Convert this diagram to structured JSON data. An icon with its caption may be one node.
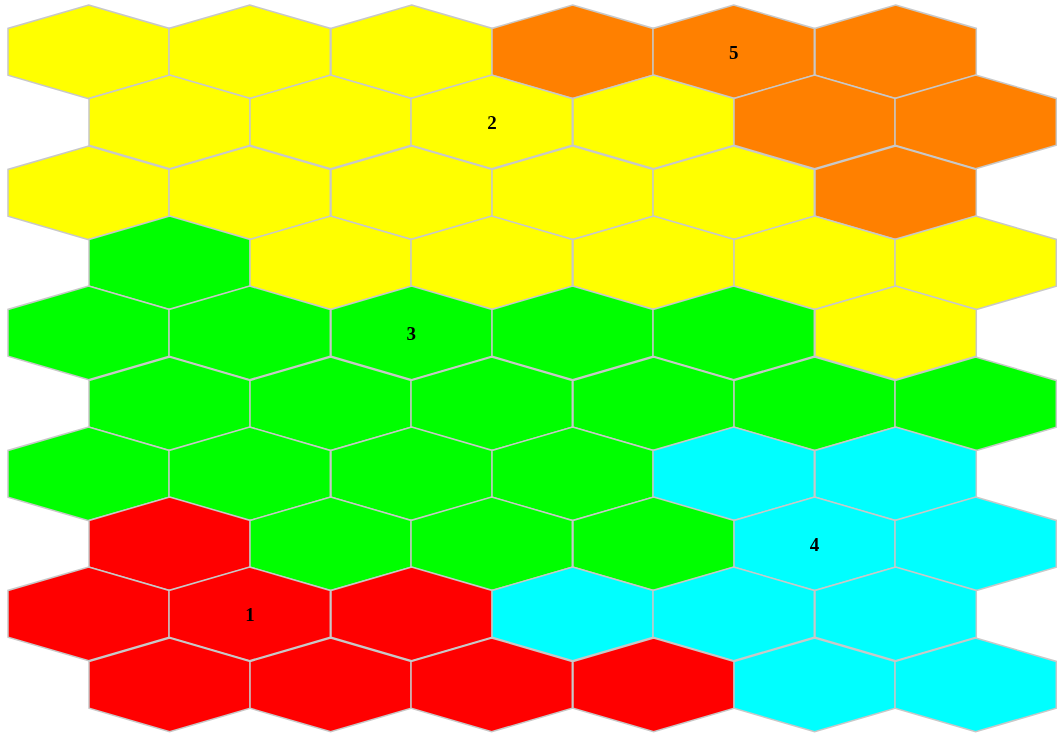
{
  "diagram": {
    "nodes": [
      {
        "text": [],
        "shape": "hexagon"
      },
      {
        "text": [],
        "shape": "hexagon"
      },
      {
        "text": [],
        "shape": "hexagon"
      },
      {
        "text": [],
        "shape": "hexagon"
      },
      {
        "text": [
          "5"
        ]
      },
      {
        "text": [],
        "shape": "hexagon"
      },
      {
        "text": [],
        "shape": "hexagon"
      },
      {
        "text": [],
        "shape": "hexagon"
      },
      {
        "text": [
          "2"
        ]
      },
      {
        "text": [],
        "shape": "hexagon"
      },
      {
        "text": [],
        "shape": "hexagon"
      },
      {
        "text": [],
        "shape": "hexagon"
      },
      {
        "text": [],
        "shape": "hexagon"
      },
      {
        "text": [],
        "shape": "hexagon"
      },
      {
        "text": [],
        "shape": "hexagon"
      },
      {
        "text": [],
        "shape": "hexagon"
      },
      {
        "text": [],
        "shape": "hexagon"
      },
      {
        "text": [],
        "shape": "hexagon"
      },
      {
        "text": [],
        "shape": "hexagon"
      },
      {
        "text": [],
        "shape": "hexagon"
      },
      {
        "text": [],
        "shape": "hexagon"
      },
      {
        "text": [],
        "shape": "hexagon"
      },
      {
        "text": [],
        "shape": "hexagon"
      },
      {
        "text": [],
        "shape": "hexagon"
      },
      {
        "text": [],
        "shape": "hexagon"
      },
      {
        "text": [],
        "shape": "hexagon"
      },
      {
        "text": [
          "3"
        ]
      },
      {
        "text": [],
        "shape": "hexagon"
      },
      {
        "text": [],
        "shape": "hexagon"
      },
      {
        "text": [],
        "shape": "hexagon"
      },
      {
        "text": [],
        "shape": "hexagon"
      },
      {
        "text": [],
        "shape": "hexagon"
      },
      {
        "text": [],
        "shape": "hexagon"
      },
      {
        "text": [],
        "shape": "hexagon"
      },
      {
        "text": [],
        "shape": "hexagon"
      },
      {
        "text": [],
        "shape": "hexagon"
      },
      {
        "text": [],
        "shape": "hexagon"
      },
      {
        "text": [],
        "shape": "hexagon"
      },
      {
        "text": [],
        "shape": "hexagon"
      },
      {
        "text": [],
        "shape": "hexagon"
      },
      {
        "text": [],
        "shape": "hexagon"
      },
      {
        "text": [],
        "shape": "hexagon"
      },
      {
        "text": [],
        "shape": "hexagon"
      },
      {
        "text": [],
        "shape": "hexagon"
      },
      {
        "text": [],
        "shape": "hexagon"
      },
      {
        "text": [],
        "shape": "hexagon"
      },
      {
        "text": [
          "4"
        ]
      },
      {
        "text": [],
        "shape": "hexagon"
      },
      {
        "text": [],
        "shape": "hexagon"
      },
      {
        "text": [
          "1"
        ]
      },
      {
        "text": [],
        "shape": "hexagon"
      },
      {
        "text": [],
        "shape": "hexagon"
      },
      {
        "text": [],
        "shape": "hexagon"
      },
      {
        "text": [],
        "shape": "hexagon"
      },
      {
        "text": [],
        "shape": "hexagon"
      },
      {
        "text": [],
        "shape": "hexagon"
      },
      {
        "text": [],
        "shape": "hexagon"
      },
      {
        "text": [],
        "shape": "hexagon"
      },
      {
        "text": [],
        "shape": "hexagon"
      },
      {
        "text": [],
        "shape": "hexagon"
      }
    ]
  }
}
